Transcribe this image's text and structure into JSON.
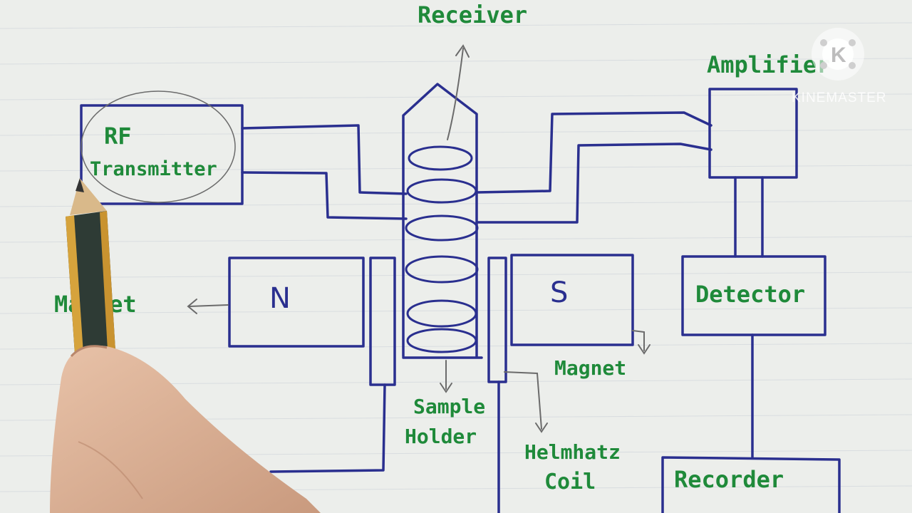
{
  "labels": {
    "receiver": "Receiver",
    "amplifier": "Amplifier",
    "rf_line1": "RF",
    "rf_line2": "Transmitter",
    "magnet_left": "Magnet",
    "north": "N",
    "south": "S",
    "magnet_right": "Magnet",
    "detector": "Detector",
    "sample_line1": "Sample",
    "sample_line2": "Holder",
    "helmholtz_line1": "Helmhatz",
    "helmholtz_line2": "Coil",
    "recorder": "Recorder"
  },
  "watermark": {
    "brand": "KINEMASTER",
    "logo_letter": "K"
  },
  "colors": {
    "paper": "#eceeeb",
    "ink_blue": "#2a2f8f",
    "ink_green": "#1f8a3a",
    "pencil_gray": "#6b6b6b"
  }
}
